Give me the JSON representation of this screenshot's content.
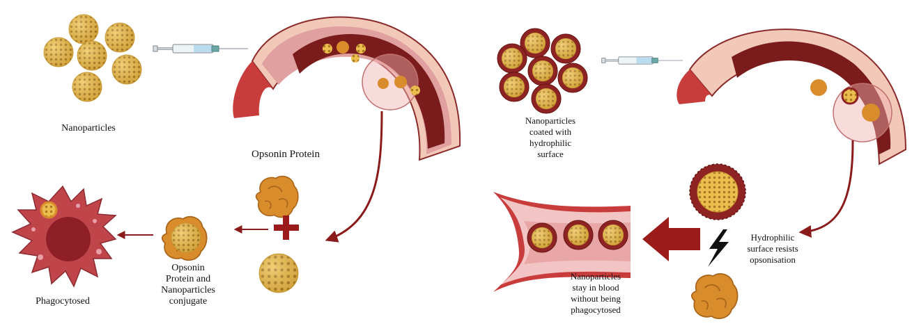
{
  "labels": {
    "nanoparticles": "Nanoparticles",
    "opsonin_protein": "Opsonin Protein",
    "conjugate": [
      "Opsonin",
      "Protein and",
      "Nanoparticles",
      "conjugate"
    ],
    "phagocytosed": "Phagocytosed",
    "coated": [
      "Nanoparticles",
      "coated with",
      "hydrophilic",
      "surface"
    ],
    "resists": [
      "Hydrophilic",
      "surface resists",
      "opsonisation"
    ],
    "stay": [
      "Nanoparticles",
      "stay in blood",
      "without being",
      "phagocytosed"
    ]
  },
  "icons": {
    "plus": "plus-sign",
    "lightning": "lightning-bolt"
  },
  "colors": {
    "particle": "#e8b94a",
    "particle_dot": "#a97a22",
    "coating": "#8e2323",
    "vessel_outer": "#c83c3c",
    "vessel_inner": "#7a1c1c",
    "arrow": "#8b1a1a",
    "opsonin": "#d98c2b",
    "cell": "#c0454a"
  }
}
